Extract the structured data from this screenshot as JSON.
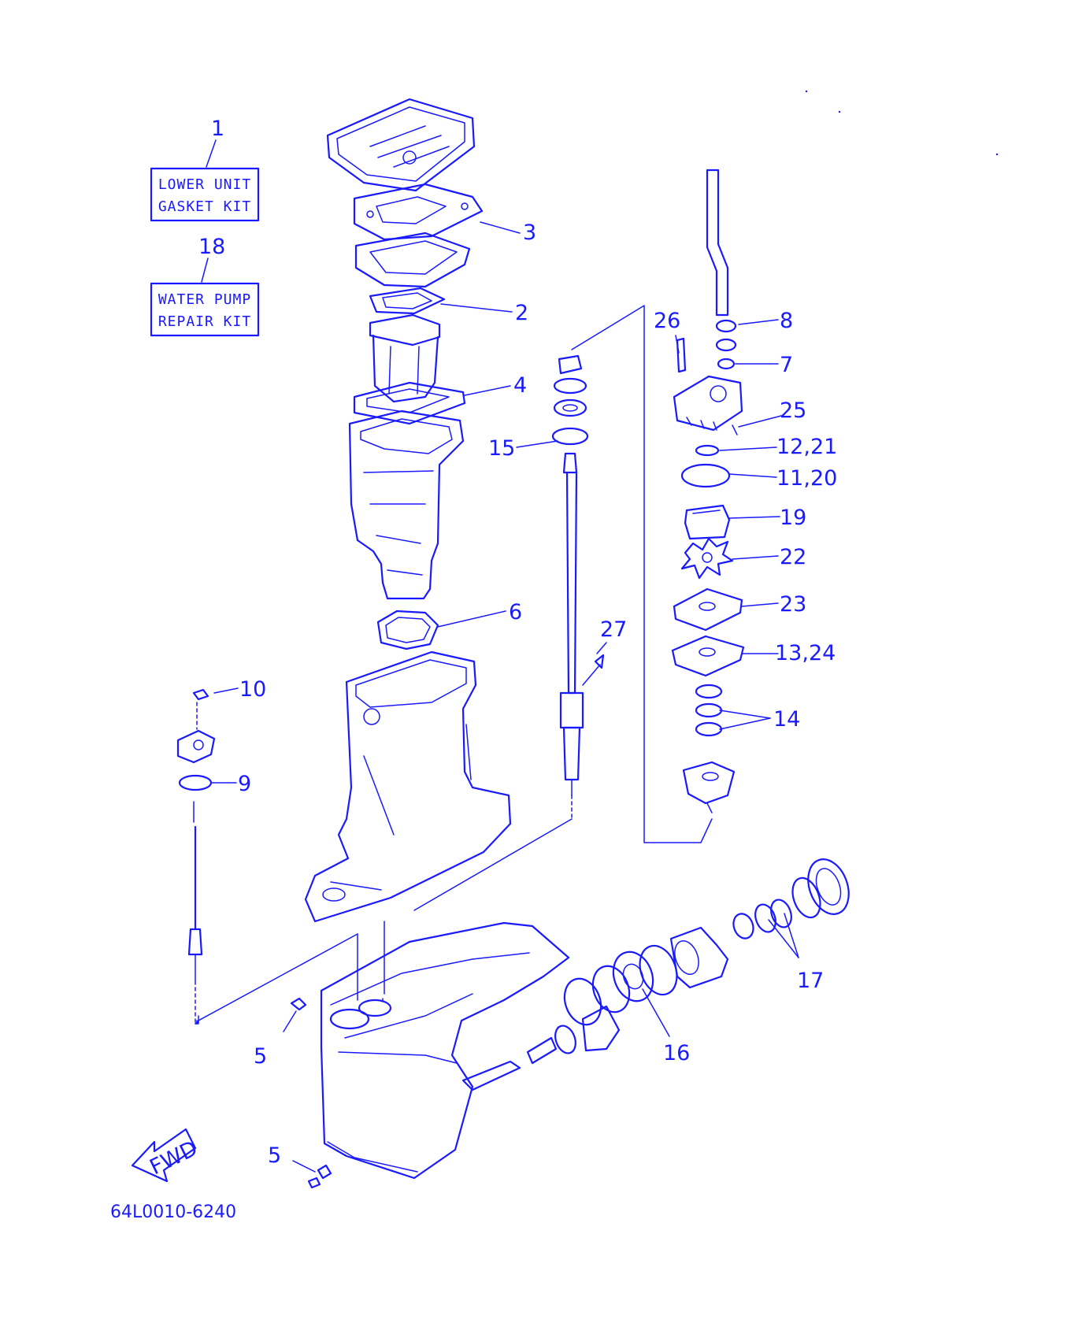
{
  "colors": {
    "ink": "#1a1aff",
    "background": "#ffffff"
  },
  "kits": [
    {
      "number": "1",
      "line1": "LOWER UNIT",
      "line2": "GASKET KIT"
    },
    {
      "number": "18",
      "line1": "WATER PUMP",
      "line2": "REPAIR KIT"
    }
  ],
  "callouts": {
    "c2": "2",
    "c3": "3",
    "c4": "4",
    "c5a": "5",
    "c5b": "5",
    "c6": "6",
    "c7": "7",
    "c8": "8",
    "c9": "9",
    "c10": "10",
    "c11": "11,20",
    "c12": "12,21",
    "c13": "13,24",
    "c14": "14",
    "c15": "15",
    "c16": "16",
    "c17": "17",
    "c19": "19",
    "c22": "22",
    "c23": "23",
    "c25": "25",
    "c26": "26",
    "c27": "27"
  },
  "fwd_label": "FWD",
  "drawing_code": "64L0010-6240"
}
